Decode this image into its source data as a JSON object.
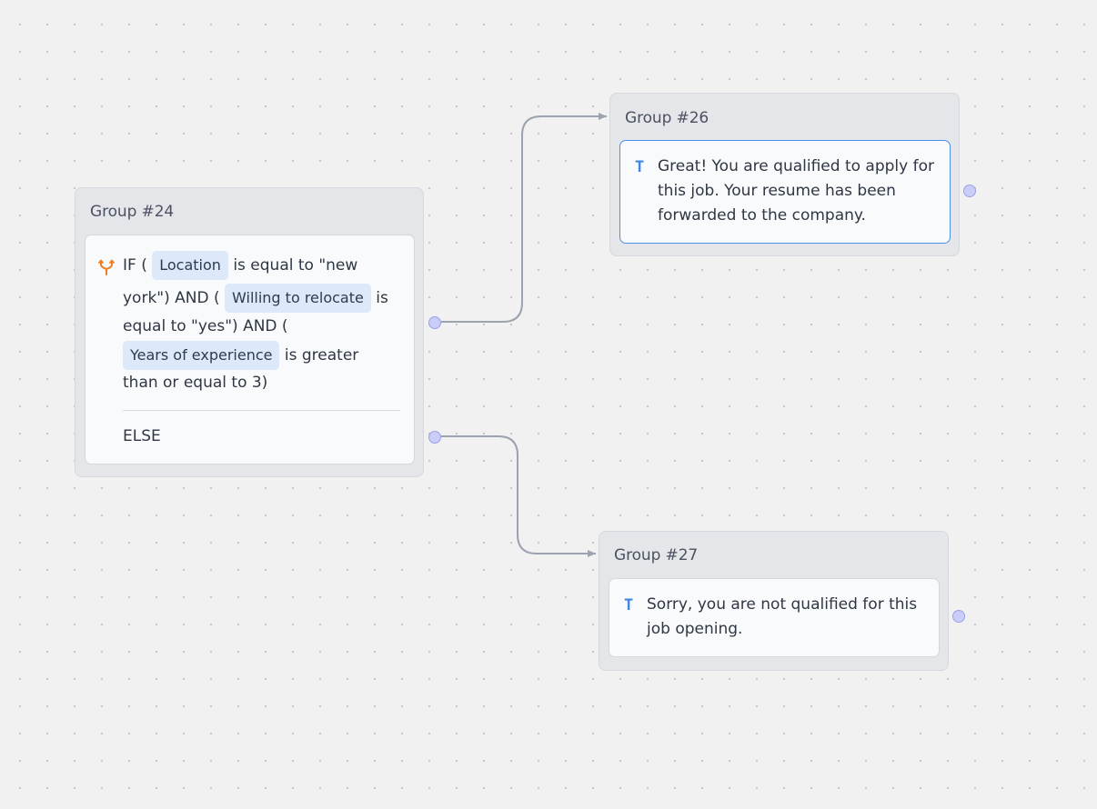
{
  "groups": {
    "group24": {
      "title": "Group #24",
      "condition": {
        "if_open": "IF (",
        "variables": [
          "Location",
          "Willing to relocate",
          "Years of experience"
        ],
        "line1_rest": "is equal to \"new",
        "line2_start": "york\") AND (",
        "line2_rest": "is",
        "line3": "equal to \"yes\") AND (",
        "line4_rest": "is greater",
        "line5": "than or equal to 3)"
      },
      "else_label": "ELSE"
    },
    "group26": {
      "title": "Group #26",
      "message": "Great! You are qualified to apply for this job. Your resume has been forwarded to the company."
    },
    "group27": {
      "title": "Group #27",
      "message": "Sorry, you are not qualified for this job opening."
    }
  },
  "icons": {
    "text_block": "T",
    "condition_block": "branch-icon"
  },
  "colors": {
    "canvas": "#f1f1f1",
    "edge": "#9ca3af",
    "port": "#c9cdf7",
    "variable_pill": "#dde9fa",
    "selected_border": "#4b92e6",
    "branch_icon": "#f07d1f",
    "text_icon": "#3f86e6"
  }
}
